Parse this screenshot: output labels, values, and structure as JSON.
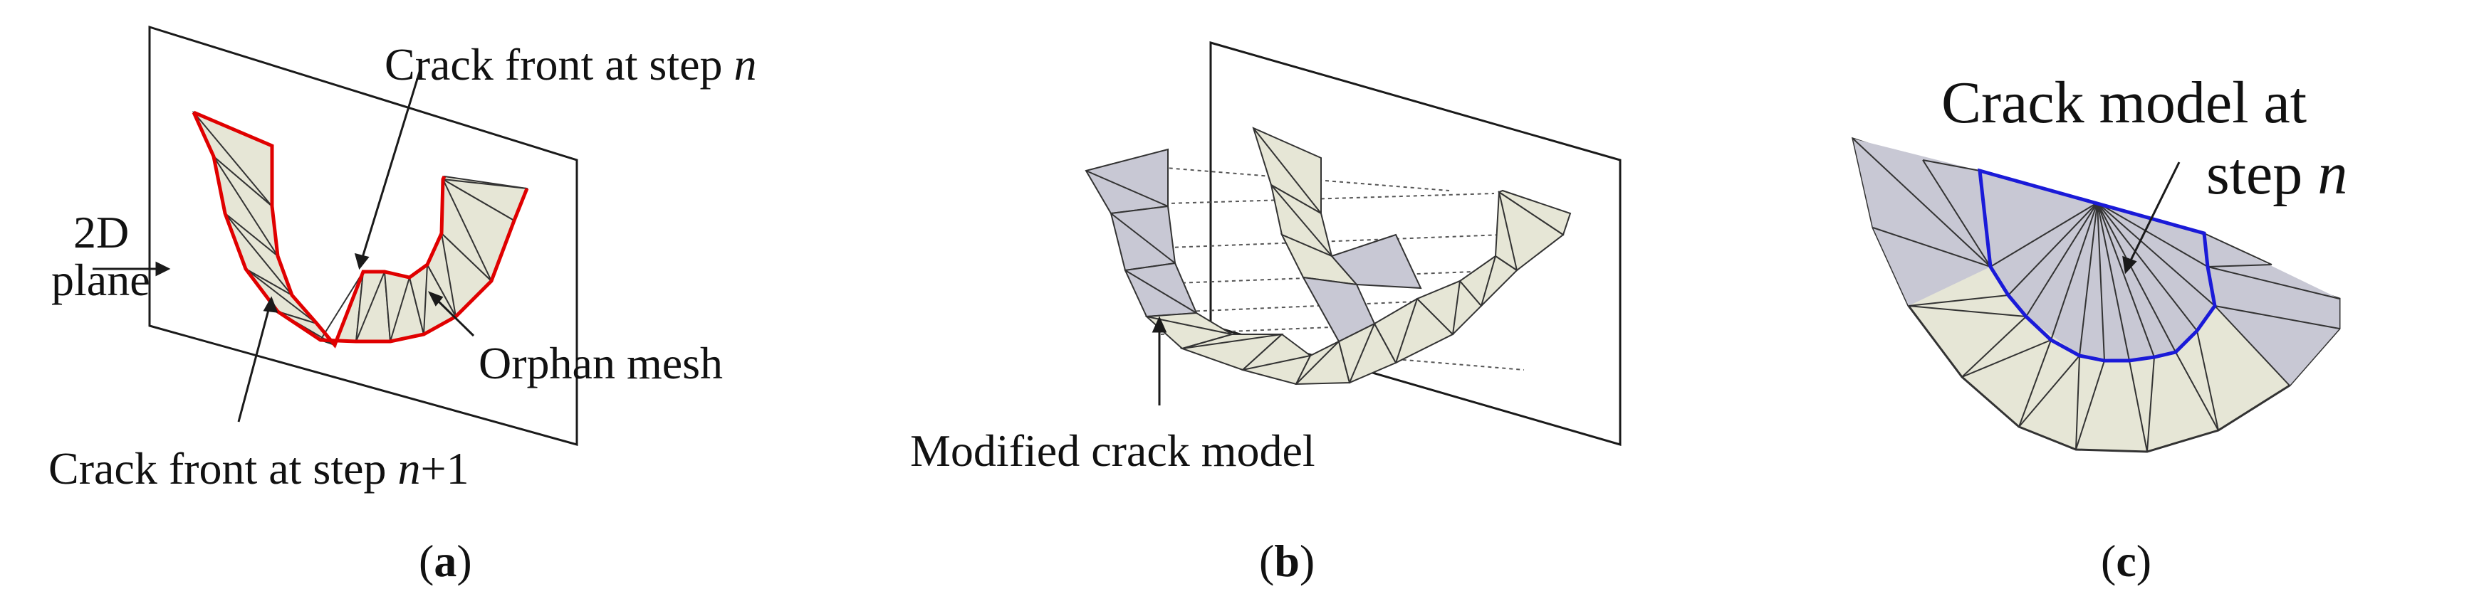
{
  "panel_a": {
    "label_plane_line1": "2D",
    "label_plane_line2": "plane",
    "label_front_n_prefix": "Crack front at step ",
    "label_front_n_var": "n",
    "label_orphan": "Orphan mesh",
    "label_front_n1_prefix": "Crack front at step ",
    "label_front_n1_var": "n",
    "label_front_n1_suffix": "+1",
    "caption_open": "(",
    "caption_letter": "a",
    "caption_close": ")"
  },
  "panel_b": {
    "label_modified": "Modified crack model",
    "caption_open": "(",
    "caption_letter": "b",
    "caption_close": ")"
  },
  "panel_c": {
    "label_model_line1": "Crack model at",
    "label_model_line2_prefix": "step ",
    "label_model_line2_var": "n",
    "caption_open": "(",
    "caption_letter": "c",
    "caption_close": ")"
  },
  "colors": {
    "mesh_fill": "#e6e6d6",
    "mesh_shade": "#c8c8d4",
    "crack_front_red": "#e00000",
    "crack_model_blue": "#1a1ad8",
    "line": "#1a1a1a"
  }
}
